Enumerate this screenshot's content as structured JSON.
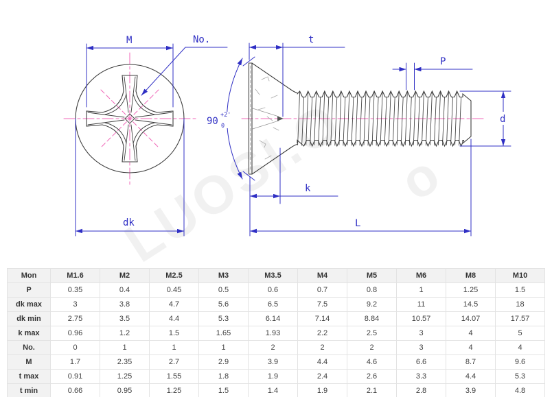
{
  "drawing": {
    "labels": {
      "m": "M",
      "no": "No.",
      "dk": "dk",
      "t": "t",
      "p": "P",
      "d": "d",
      "k": "k",
      "l": "L",
      "angle": "90",
      "angle_sup": "+2'",
      "angle_sub": "0"
    },
    "watermark": "LUOSI.O",
    "watermark_fragment": "o",
    "colors": {
      "dimension": "#2f2fc4",
      "outline": "#3d3d3d",
      "centerline": "#f067b8"
    }
  },
  "table": {
    "columns": [
      "Mon",
      "M1.6",
      "M2",
      "M2.5",
      "M3",
      "M3.5",
      "M4",
      "M5",
      "M6",
      "M8",
      "M10"
    ],
    "rows": [
      {
        "label": "P",
        "values": [
          "0.35",
          "0.4",
          "0.45",
          "0.5",
          "0.6",
          "0.7",
          "0.8",
          "1",
          "1.25",
          "1.5"
        ]
      },
      {
        "label": "dk max",
        "values": [
          "3",
          "3.8",
          "4.7",
          "5.6",
          "6.5",
          "7.5",
          "9.2",
          "11",
          "14.5",
          "18"
        ]
      },
      {
        "label": "dk min",
        "values": [
          "2.75",
          "3.5",
          "4.4",
          "5.3",
          "6.14",
          "7.14",
          "8.84",
          "10.57",
          "14.07",
          "17.57"
        ]
      },
      {
        "label": "k max",
        "values": [
          "0.96",
          "1.2",
          "1.5",
          "1.65",
          "1.93",
          "2.2",
          "2.5",
          "3",
          "4",
          "5"
        ]
      },
      {
        "label": "No.",
        "values": [
          "0",
          "1",
          "1",
          "1",
          "2",
          "2",
          "2",
          "3",
          "4",
          "4"
        ]
      },
      {
        "label": "M",
        "values": [
          "1.7",
          "2.35",
          "2.7",
          "2.9",
          "3.9",
          "4.4",
          "4.6",
          "6.6",
          "8.7",
          "9.6"
        ]
      },
      {
        "label": "t max",
        "values": [
          "0.91",
          "1.25",
          "1.55",
          "1.8",
          "1.9",
          "2.4",
          "2.6",
          "3.3",
          "4.4",
          "5.3"
        ]
      },
      {
        "label": "t min",
        "values": [
          "0.66",
          "0.95",
          "1.25",
          "1.5",
          "1.4",
          "1.9",
          "2.1",
          "2.8",
          "3.9",
          "4.8"
        ]
      }
    ]
  }
}
